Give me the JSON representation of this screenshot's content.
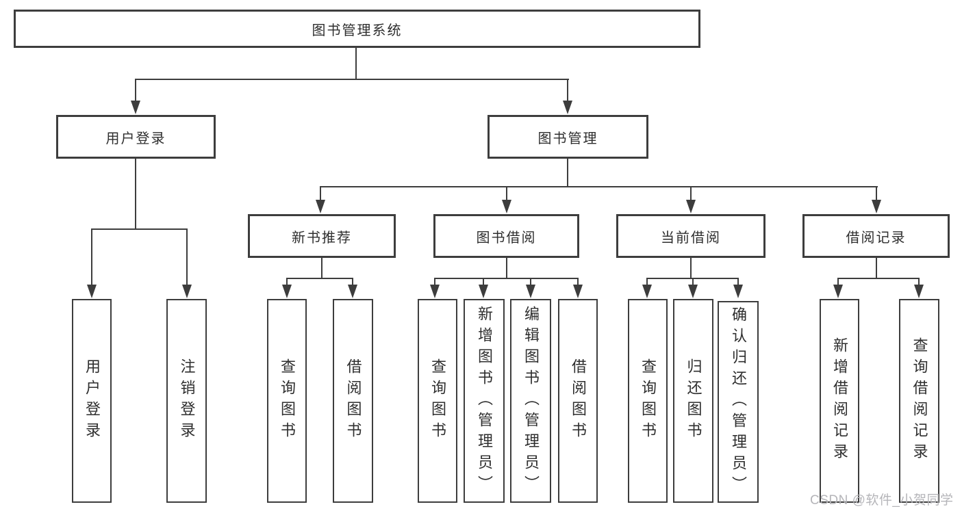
{
  "diagram": {
    "tree": {
      "label": "图书管理系统",
      "children": [
        {
          "label": "用户登录",
          "children": [
            {
              "label": "用户登录"
            },
            {
              "label": "注销登录"
            }
          ]
        },
        {
          "label": "图书管理",
          "children": [
            {
              "label": "新书推荐",
              "children": [
                {
                  "label": "查询图书"
                },
                {
                  "label": "借阅图书"
                }
              ]
            },
            {
              "label": "图书借阅",
              "children": [
                {
                  "label": "查询图书"
                },
                {
                  "label": "新增图书（管理员）"
                },
                {
                  "label": "编辑图书（管理员）"
                },
                {
                  "label": "借阅图书"
                }
              ]
            },
            {
              "label": "当前借阅",
              "children": [
                {
                  "label": "查询图书"
                },
                {
                  "label": "归还图书"
                },
                {
                  "label": "确认归还（管理员）"
                }
              ]
            },
            {
              "label": "借阅记录",
              "children": [
                {
                  "label": "新增借阅记录"
                },
                {
                  "label": "查询借阅记录"
                }
              ]
            }
          ]
        }
      ]
    },
    "watermark": "CSDN @软件_小贺同学",
    "colors": {
      "line": "#3d3d3d",
      "text": "#2e2e2e",
      "background": "#ffffff",
      "watermark": "#b5b5b9"
    }
  }
}
